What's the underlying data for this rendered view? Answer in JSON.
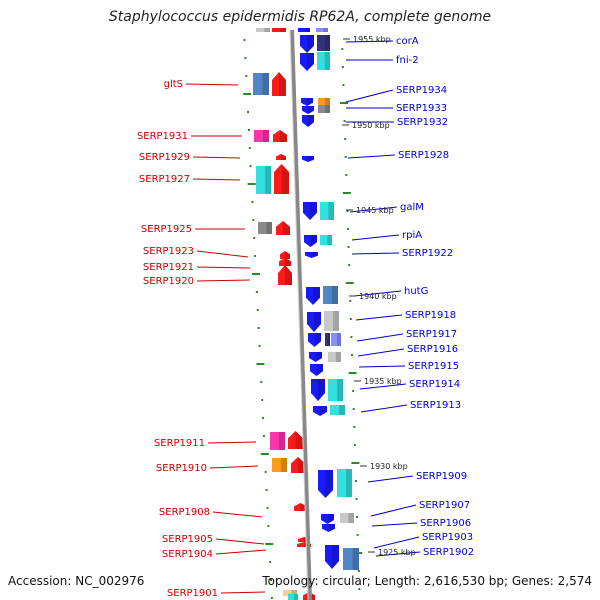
{
  "title": "Staphylococcus epidermidis RP62A, complete genome",
  "accession": "Accession: NC_002976",
  "topology": "Topology: circular; Length: 2,616,530 bp; Genes: 2,574",
  "colors": {
    "reverse_label": "#cc0000",
    "forward_label": "#0000cc",
    "backbone": "#888888",
    "tick": "#2a8a2a"
  },
  "kbp_marks": [
    {
      "text": "1955 kbp"
    },
    {
      "text": "1950 kbp"
    },
    {
      "text": "1945 kbp"
    },
    {
      "text": "1940 kbp"
    },
    {
      "text": "1935 kbp"
    },
    {
      "text": "1930 kbp"
    },
    {
      "text": "1925 kbp"
    }
  ],
  "left_labels": [
    {
      "text": "gltS"
    },
    {
      "text": "SERP1931"
    },
    {
      "text": "SERP1929"
    },
    {
      "text": "SERP1927"
    },
    {
      "text": "SERP1925"
    },
    {
      "text": "SERP1923"
    },
    {
      "text": "SERP1921"
    },
    {
      "text": "SERP1920"
    },
    {
      "text": "SERP1911"
    },
    {
      "text": "SERP1910"
    },
    {
      "text": "SERP1908"
    },
    {
      "text": "SERP1905"
    },
    {
      "text": "SERP1904"
    },
    {
      "text": "SERP1901"
    }
  ],
  "right_labels": [
    {
      "text": "corA"
    },
    {
      "text": "fni-2"
    },
    {
      "text": "SERP1934"
    },
    {
      "text": "SERP1933"
    },
    {
      "text": "SERP1932"
    },
    {
      "text": "SERP1928"
    },
    {
      "text": "galM"
    },
    {
      "text": "rpiA"
    },
    {
      "text": "SERP1922"
    },
    {
      "text": "hutG"
    },
    {
      "text": "SERP1918"
    },
    {
      "text": "SERP1917"
    },
    {
      "text": "SERP1916"
    },
    {
      "text": "SERP1915"
    },
    {
      "text": "SERP1914"
    },
    {
      "text": "SERP1913"
    },
    {
      "text": "SERP1909"
    },
    {
      "text": "SERP1907"
    },
    {
      "text": "SERP1906"
    },
    {
      "text": "SERP1903"
    },
    {
      "text": "SERP1902"
    }
  ]
}
